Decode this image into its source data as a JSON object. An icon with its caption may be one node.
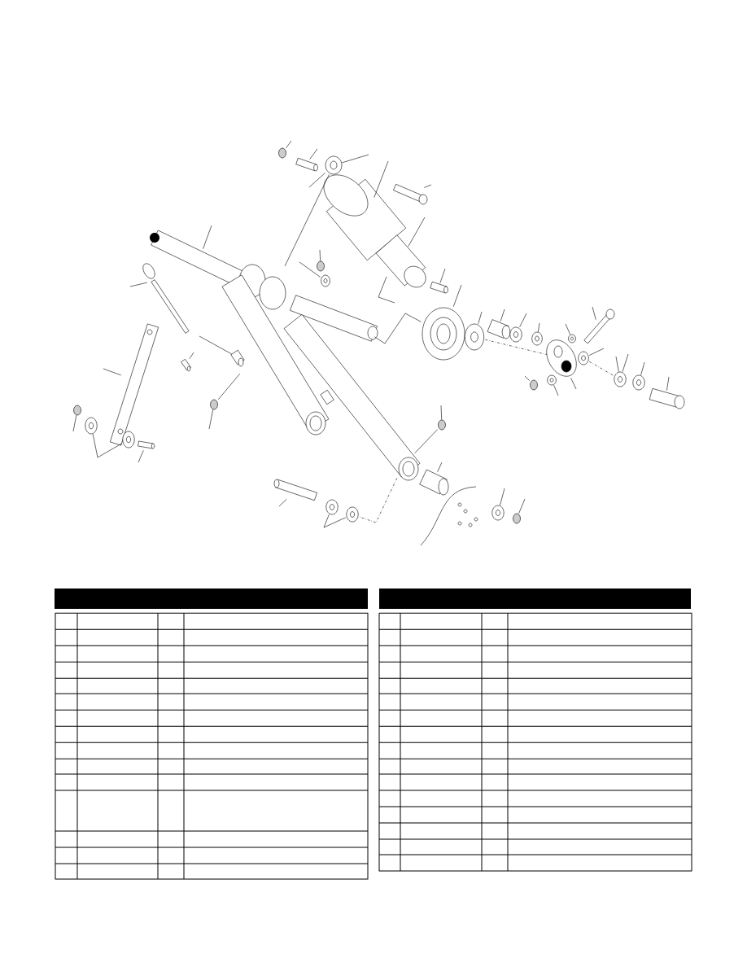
{
  "diagram": {
    "nodes": [
      {
        "text": [],
        "shape": "circle"
      },
      {
        "text": [],
        "shape": "cylinder"
      },
      {
        "text": [],
        "shape": "picture"
      },
      {
        "text": [],
        "shape": "picture"
      },
      {
        "text": [],
        "shape": "picture"
      },
      {
        "text": [],
        "shape": "picture"
      },
      {
        "text": [],
        "shape": "picture"
      },
      {
        "text": [],
        "shape": "picture"
      },
      {
        "text": [],
        "shape": "picture"
      },
      {
        "text": [],
        "shape": "circle"
      },
      {
        "text": [],
        "shape": "circle"
      },
      {
        "text": [],
        "shape": "circle"
      },
      {
        "text": [],
        "shape": "cylinder"
      },
      {
        "text": [],
        "shape": "cylinder"
      },
      {
        "text": [],
        "shape": "circle"
      },
      {
        "text": [],
        "shape": "circle"
      },
      {
        "text": [],
        "shape": "circle"
      },
      {
        "text": [],
        "shape": "cylinder"
      },
      {
        "text": [],
        "shape": "picture"
      },
      {
        "text": [],
        "shape": "picture"
      },
      {
        "text": [],
        "shape": "picture"
      },
      {
        "text": [],
        "shape": "picture"
      },
      {
        "text": [],
        "shape": "circle"
      },
      {
        "text": [],
        "shape": "cylinder"
      },
      {
        "text": [],
        "shape": "circle"
      },
      {
        "text": [],
        "shape": "circle"
      },
      {
        "text": [],
        "shape": "picture"
      },
      {
        "text": [],
        "shape": "circle"
      },
      {
        "text": [],
        "shape": "picture"
      },
      {
        "text": [],
        "shape": "circle"
      },
      {
        "text": [],
        "shape": "circle"
      },
      {
        "text": [],
        "shape": "circle"
      },
      {
        "text": [],
        "shape": "picture"
      },
      {
        "text": [],
        "shape": "circle"
      },
      {
        "text": [],
        "shape": "circle"
      },
      {
        "text": [],
        "shape": "circle"
      },
      {
        "text": [],
        "shape": "cylinder"
      },
      {
        "text": [],
        "shape": "circle"
      },
      {
        "text": [],
        "shape": "circle"
      },
      {
        "text": [],
        "shape": "cylinder"
      },
      {
        "text": [],
        "shape": "circle"
      },
      {
        "text": [],
        "shape": "circle"
      },
      {
        "text": [],
        "shape": "cylinder"
      }
    ],
    "edges": [
      {
        "from": null,
        "to": 0,
        "arrow": "none"
      },
      {
        "from": null,
        "to": 1,
        "arrow": "none"
      },
      {
        "from": null,
        "to": 2,
        "arrow": "none"
      },
      {
        "from": null,
        "to": 2,
        "arrow": "none"
      },
      {
        "from": null,
        "to": 3,
        "arrow": "none"
      },
      {
        "from": null,
        "to": 4,
        "arrow": "none"
      },
      {
        "from": null,
        "to": 5,
        "arrow": "none"
      },
      {
        "from": 6,
        "to": 2,
        "arrow": "none"
      },
      {
        "from": null,
        "to": 6,
        "arrow": "none"
      },
      {
        "from": null,
        "to": 7,
        "arrow": "none"
      },
      {
        "from": null,
        "to": 8,
        "arrow": "none"
      },
      {
        "from": null,
        "to": 9,
        "arrow": "none"
      },
      {
        "from": null,
        "to": 10,
        "arrow": "none"
      },
      {
        "from": null,
        "to": 11,
        "arrow": "none"
      },
      {
        "from": null,
        "to": 12,
        "arrow": "none"
      },
      {
        "from": null,
        "to": 13,
        "arrow": "none"
      },
      {
        "from": 19,
        "to": 14,
        "arrow": "none"
      },
      {
        "from": null,
        "to": 14,
        "arrow": "none"
      },
      {
        "from": null,
        "to": 15,
        "arrow": "none"
      },
      {
        "from": null,
        "to": 16,
        "arrow": "none"
      },
      {
        "from": null,
        "to": 17,
        "arrow": "none"
      },
      {
        "from": 18,
        "to": 21,
        "arrow": "none"
      },
      {
        "from": null,
        "to": 42,
        "arrow": "none"
      },
      {
        "from": null,
        "to": 21,
        "arrow": "none"
      },
      {
        "from": null,
        "to": 22,
        "arrow": "none"
      },
      {
        "from": null,
        "to": 23,
        "arrow": "none"
      },
      {
        "from": null,
        "to": 24,
        "arrow": "none"
      },
      {
        "from": null,
        "to": 25,
        "arrow": "none"
      },
      {
        "from": null,
        "to": 26,
        "arrow": "none"
      },
      {
        "from": null,
        "to": 27,
        "arrow": "none"
      },
      {
        "from": null,
        "to": 28,
        "arrow": "none"
      },
      {
        "from": null,
        "to": 29,
        "arrow": "none"
      },
      {
        "from": null,
        "to": 30,
        "arrow": "none"
      },
      {
        "from": null,
        "to": 30,
        "arrow": "none"
      },
      {
        "from": null,
        "to": 31,
        "arrow": "none"
      },
      {
        "from": null,
        "to": 32,
        "arrow": "none"
      },
      {
        "from": null,
        "to": 33,
        "arrow": "none"
      },
      {
        "from": null,
        "to": 34,
        "arrow": "none"
      },
      {
        "from": 22,
        "to": 28,
        "arrow": "none",
        "style": "dashed"
      },
      {
        "from": 29,
        "to": 30,
        "arrow": "none",
        "style": "dashed"
      },
      {
        "from": null,
        "to": 35,
        "arrow": "none"
      },
      {
        "from": 35,
        "to": 20,
        "arrow": "none"
      },
      {
        "from": null,
        "to": 36,
        "arrow": "none"
      },
      {
        "from": null,
        "to": 37,
        "arrow": "none"
      },
      {
        "from": null,
        "to": 38,
        "arrow": "none"
      },
      {
        "from": null,
        "to": 39,
        "arrow": "none"
      },
      {
        "from": null,
        "to": 40,
        "arrow": "none"
      },
      {
        "from": null,
        "to": 41,
        "arrow": "none"
      },
      {
        "from": 20,
        "to": 41,
        "arrow": "none",
        "style": "dashed"
      }
    ]
  }
}
